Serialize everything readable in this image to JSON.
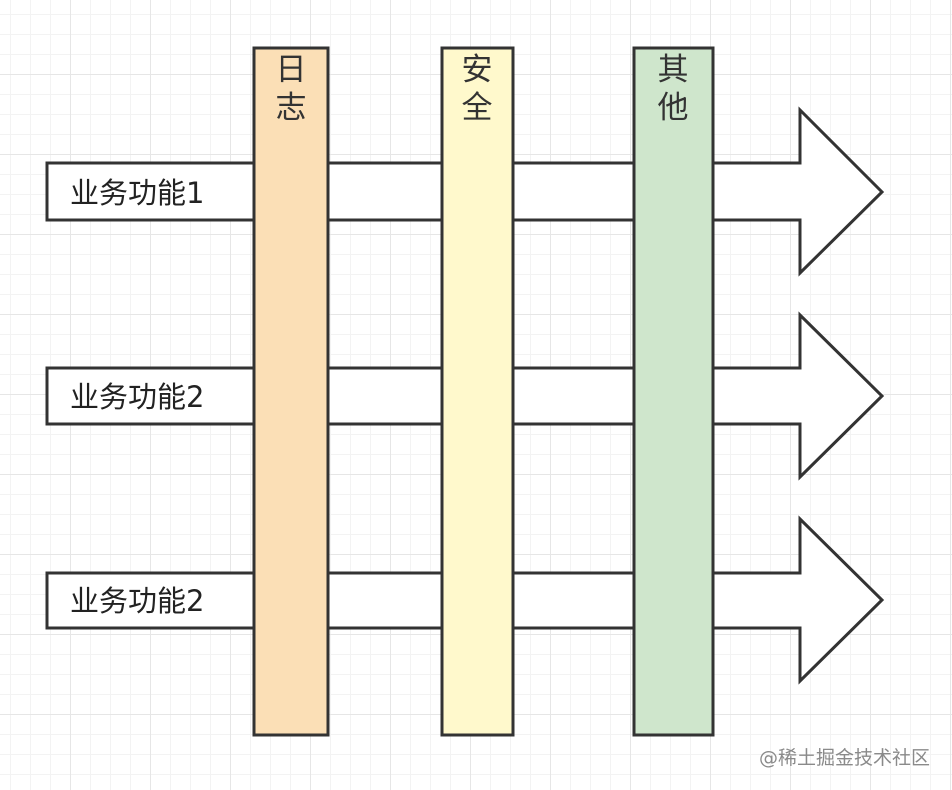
{
  "flows": [
    {
      "label": "业务功能1"
    },
    {
      "label": "业务功能2"
    },
    {
      "label": "业务功能2"
    }
  ],
  "columns": [
    {
      "chars": [
        "日",
        "志"
      ],
      "fill": "#fbdfb6"
    },
    {
      "chars": [
        "安",
        "全"
      ],
      "fill": "#fff9cc"
    },
    {
      "chars": [
        "其",
        "他"
      ],
      "fill": "#cfe6cc"
    }
  ],
  "watermark": "@稀土掘金技术社区",
  "colors": {
    "stroke": "#333333",
    "arrow_fill": "#ffffff"
  }
}
